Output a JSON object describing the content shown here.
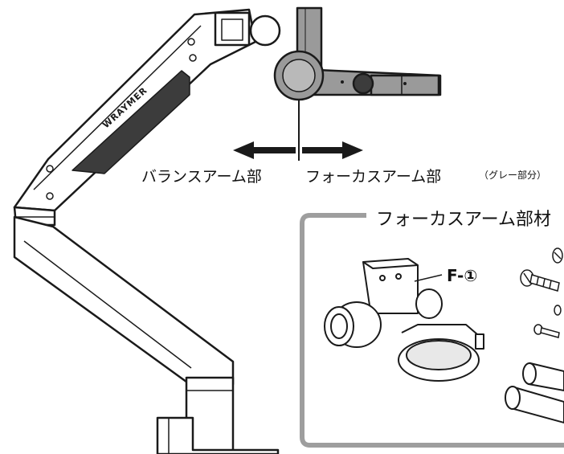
{
  "labels": {
    "balance_arm": "バランスアーム部",
    "focus_arm": "フォーカスアーム部",
    "gray_note": "（グレー部分）",
    "brand": "WRAYMER"
  },
  "parts_box": {
    "title": "フォーカスアーム部材",
    "part_f1": "F-①"
  },
  "colors": {
    "line": "#1a1a1a",
    "gray_part": "#9a9a9a",
    "dark_pad": "#3c3c3c",
    "box_border": "#9e9e9e"
  },
  "icons": [
    "balance-arm-illustration",
    "focus-arm-illustration",
    "left-arrow-icon",
    "right-arrow-icon",
    "focus-mount-illustration",
    "screw-icon",
    "tube-icon"
  ]
}
